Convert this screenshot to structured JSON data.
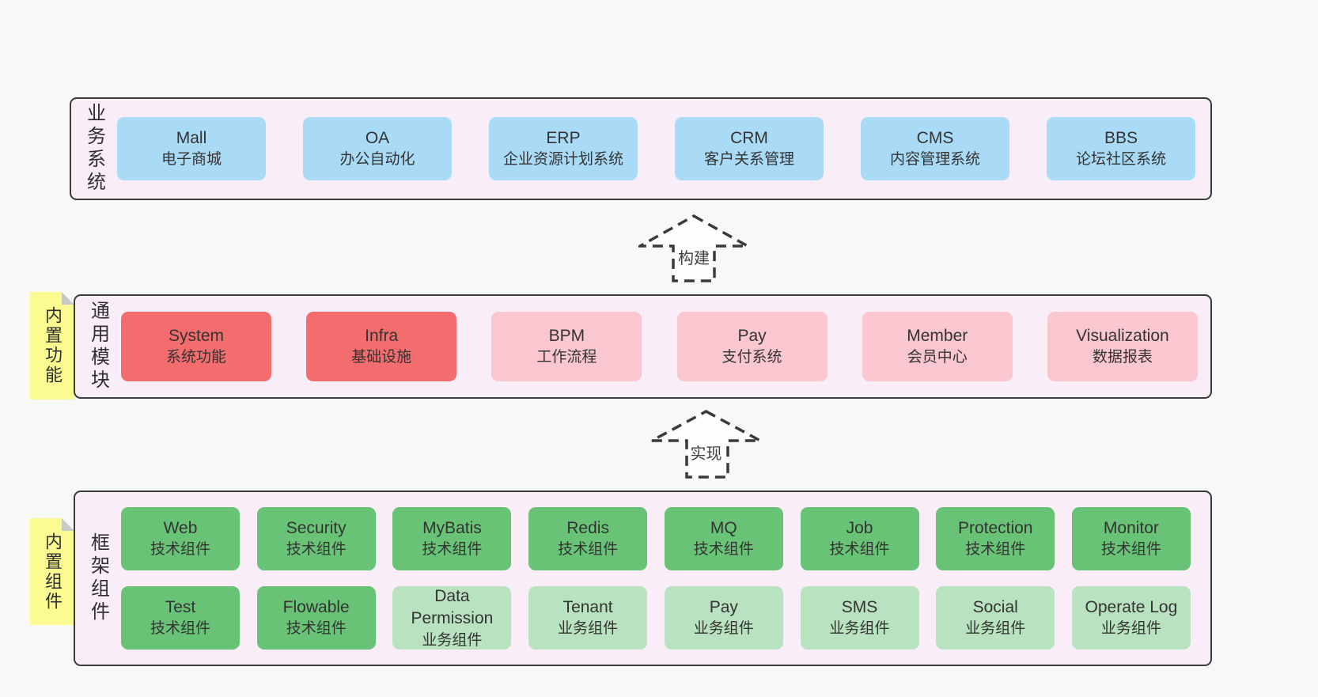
{
  "bands": [
    {
      "label": "业务系统",
      "boxes": [
        {
          "title": "Mall",
          "subtitle": "电子商城"
        },
        {
          "title": "OA",
          "subtitle": "办公自动化"
        },
        {
          "title": "ERP",
          "subtitle": "企业资源计划系统"
        },
        {
          "title": "CRM",
          "subtitle": "客户关系管理"
        },
        {
          "title": "CMS",
          "subtitle": "内容管理系统"
        },
        {
          "title": "BBS",
          "subtitle": "论坛社区系统"
        }
      ]
    },
    {
      "label": "通用模块",
      "sticky": "内置功能",
      "boxes": [
        {
          "title": "System",
          "subtitle": "系统功能"
        },
        {
          "title": "Infra",
          "subtitle": "基础设施"
        },
        {
          "title": "BPM",
          "subtitle": "工作流程"
        },
        {
          "title": "Pay",
          "subtitle": "支付系统"
        },
        {
          "title": "Member",
          "subtitle": "会员中心"
        },
        {
          "title": "Visualization",
          "subtitle": "数据报表"
        }
      ]
    },
    {
      "label": "框架组件",
      "sticky": "内置组件",
      "rows": [
        [
          {
            "title": "Web",
            "subtitle": "技术组件"
          },
          {
            "title": "Security",
            "subtitle": "技术组件"
          },
          {
            "title": "MyBatis",
            "subtitle": "技术组件"
          },
          {
            "title": "Redis",
            "subtitle": "技术组件"
          },
          {
            "title": "MQ",
            "subtitle": "技术组件"
          },
          {
            "title": "Job",
            "subtitle": "技术组件"
          },
          {
            "title": "Protection",
            "subtitle": "技术组件"
          },
          {
            "title": "Monitor",
            "subtitle": "技术组件"
          }
        ],
        [
          {
            "title": "Test",
            "subtitle": "技术组件"
          },
          {
            "title": "Flowable",
            "subtitle": "技术组件"
          },
          {
            "title": "Data Permission",
            "subtitle": "业务组件"
          },
          {
            "title": "Tenant",
            "subtitle": "业务组件"
          },
          {
            "title": "Pay",
            "subtitle": "业务组件"
          },
          {
            "title": "SMS",
            "subtitle": "业务组件"
          },
          {
            "title": "Social",
            "subtitle": "业务组件"
          },
          {
            "title": "Operate Log",
            "subtitle": "业务组件"
          }
        ]
      ]
    }
  ],
  "arrows": [
    {
      "label": "构建"
    },
    {
      "label": "实现"
    }
  ],
  "colors": {
    "page_bg": "#f8f8f8",
    "panel_bg": "#f9edf7",
    "panel_border": "#3a3a3a",
    "blue": "#a9dbf7",
    "red": "#f36c6e",
    "pink": "#fac7d1",
    "green": "#68c376",
    "light_green": "#b9e2c0",
    "sticky_yellow": "#fbfb91",
    "sticky_fold": "#c9c9c9",
    "text": "#333333"
  }
}
